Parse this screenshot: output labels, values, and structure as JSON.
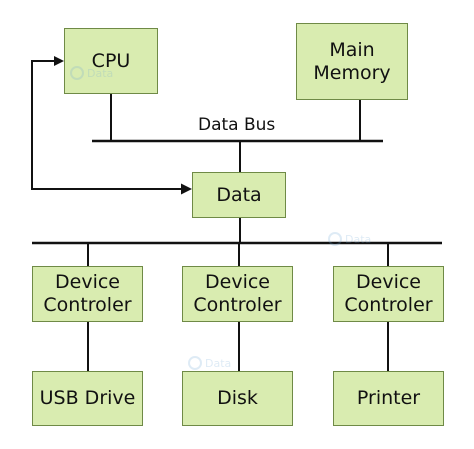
{
  "boxes": {
    "cpu": "CPU",
    "main_memory": "Main\nMemory",
    "data": "Data",
    "device_controller_1": "Device\nControler",
    "device_controller_2": "Device\nControler",
    "device_controller_3": "Device\nControler",
    "usb_drive": "USB Drive",
    "disk": "Disk",
    "printer": "Printer"
  },
  "labels": {
    "data_bus": "Data Bus"
  },
  "watermark": "Data",
  "colors": {
    "box_fill": "#d9ecb0",
    "box_border": "#6f8a46",
    "line": "#111111",
    "watermark": "#6fa6d6"
  }
}
